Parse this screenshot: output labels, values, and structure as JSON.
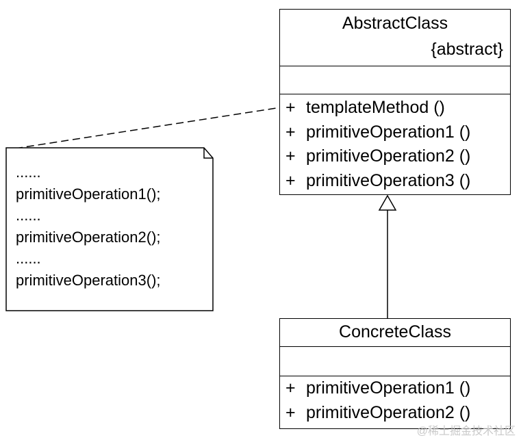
{
  "abstract_class": {
    "name": "AbstractClass",
    "stereotype": "{abstract}",
    "operations": [
      {
        "visibility": "+",
        "signature": "templateMethod ()"
      },
      {
        "visibility": "+",
        "signature": "primitiveOperation1 ()"
      },
      {
        "visibility": "+",
        "signature": "primitiveOperation2 ()"
      },
      {
        "visibility": "+",
        "signature": "primitiveOperation3 ()"
      }
    ]
  },
  "concrete_class": {
    "name": "ConcreteClass",
    "operations": [
      {
        "visibility": "+",
        "signature": "primitiveOperation1 ()"
      },
      {
        "visibility": "+",
        "signature": "primitiveOperation2 ()"
      }
    ]
  },
  "note": {
    "lines": [
      "......",
      "primitiveOperation1();",
      "......",
      "primitiveOperation2();",
      "......",
      "primitiveOperation3();"
    ]
  },
  "watermark": "@稀土掘金技术社区"
}
